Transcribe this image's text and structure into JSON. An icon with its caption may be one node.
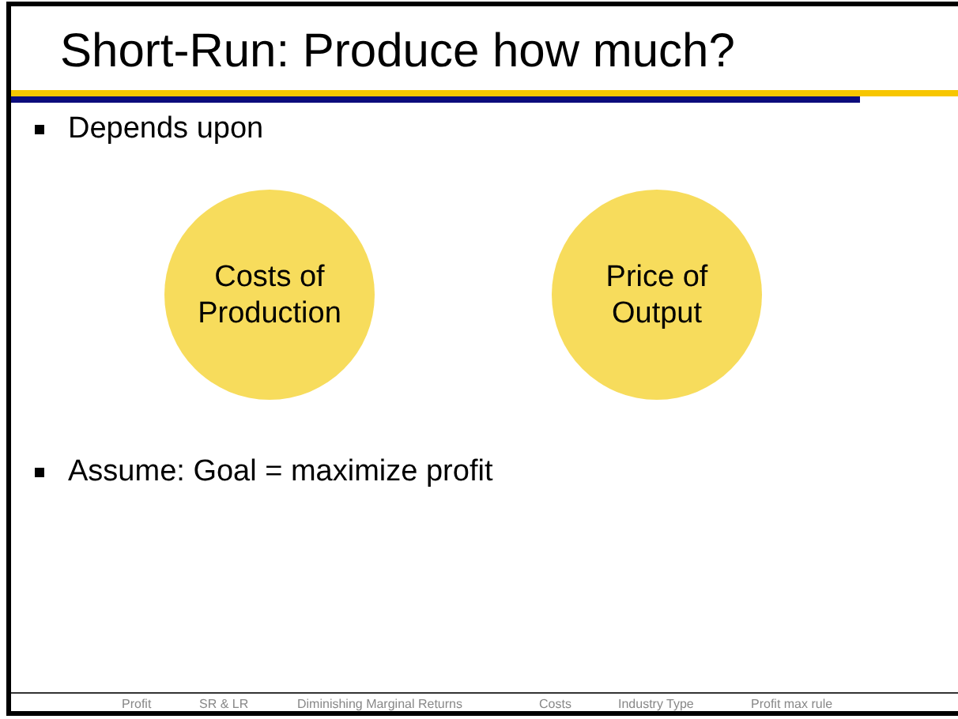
{
  "diagram": {
    "title": "Short-Run:  Produce how much?",
    "nodes": [
      {
        "text": [
          "Costs of Production"
        ]
      },
      {
        "text": [
          "Price of Output"
        ]
      }
    ],
    "edges": [],
    "labels": [
      "Depends upon",
      "Assume:  Goal = maximize profit",
      "Profit",
      "SR & LR",
      "Diminishing Marginal Returns",
      "Costs",
      "Industry Type",
      "Profit max rule"
    ]
  }
}
